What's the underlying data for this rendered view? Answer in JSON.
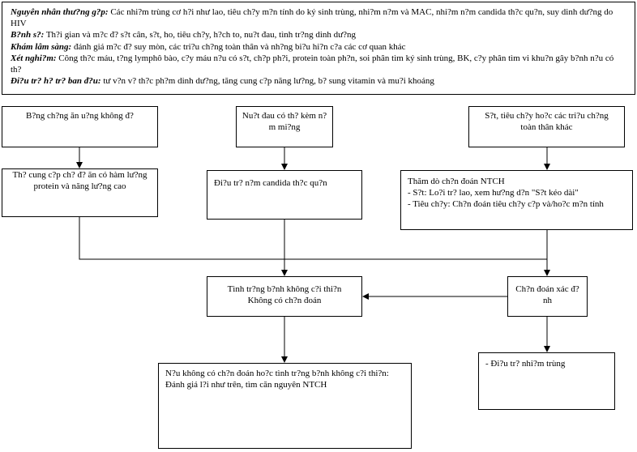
{
  "info": {
    "cause_label": "Nguyên nhân thư?ng g?p:",
    "cause_text": " Các nhi?m trùng cơ h?i như lao, tiêu ch?y m?n tính do ký sinh trùng, nhi?m n?m và MAC, nhi?m n?m candida th?c qu?n, suy dinh dư?ng do HIV",
    "history_label": "B?nh s?:",
    "history_text": " Th?i gian và m?c đ? s?t cân, s?t, ho, tiêu ch?y, h?ch to, nu?t đau, tình tr?ng dinh dư?ng",
    "exam_label": "Khám lâm sàng:",
    "exam_text": " đánh giá m?c đ? suy mòn, các tri?u ch?ng toàn thân và nh?ng bi?u hi?n c?a các cơ quan khác",
    "test_label": "Xét nghi?m:",
    "test_text": " Công th?c máu, t?ng lymphô bào, c?y máu n?u có s?t, ch?p ph?i, protein toàn ph?n, soi phân tìm ký sinh trùng,  BK, c?y phân tìm vi khu?n gây b?nh n?u có th?",
    "treat_label": "Đi?u tr? h? tr? ban đ?u:",
    "treat_text": " tư v?n v? th?c ph?m dinh dư?ng, tăng cung c?p năng lư?ng, b? sung vitamin và mu?i khoáng"
  },
  "boxes": {
    "b1": "B?ng ch?ng ăn u?ng không đ?",
    "b2": "Nu?t đau có th? kèm n?m mi?ng",
    "b3": "S?t, tiêu ch?y ho?c các tri?u ch?ng toàn thân khác",
    "b4": "Th? cung c?p ch? đ? ăn có hàm lư?ng protein và năng lư?ng cao",
    "b5": "Đi?u tr? n?m candida th?c qu?n",
    "b6_title": "Thăm dò ch?n đoán NTCH",
    "b6_line1": "-  S?t: Lo?i tr? lao, xem hư?ng d?n \"S?t kéo dài\"",
    "b6_line2": "-  Tiêu ch?y: Ch?n đoán tiêu ch?y c?p và/ho?c m?n tính",
    "b7_line1": "Tình tr?ng b?nh không c?i thi?n",
    "b7_line2": "Không có ch?n đoán",
    "b8": "Ch?n đoán xác đ?nh",
    "b9": "N?u không có ch?n đoán ho?c tình tr?ng b?nh không c?i thi?n: Đánh giá l?i như trên, tìm căn nguyên NTCH",
    "b10": "-  Đi?u tr? nhi?m trùng"
  }
}
